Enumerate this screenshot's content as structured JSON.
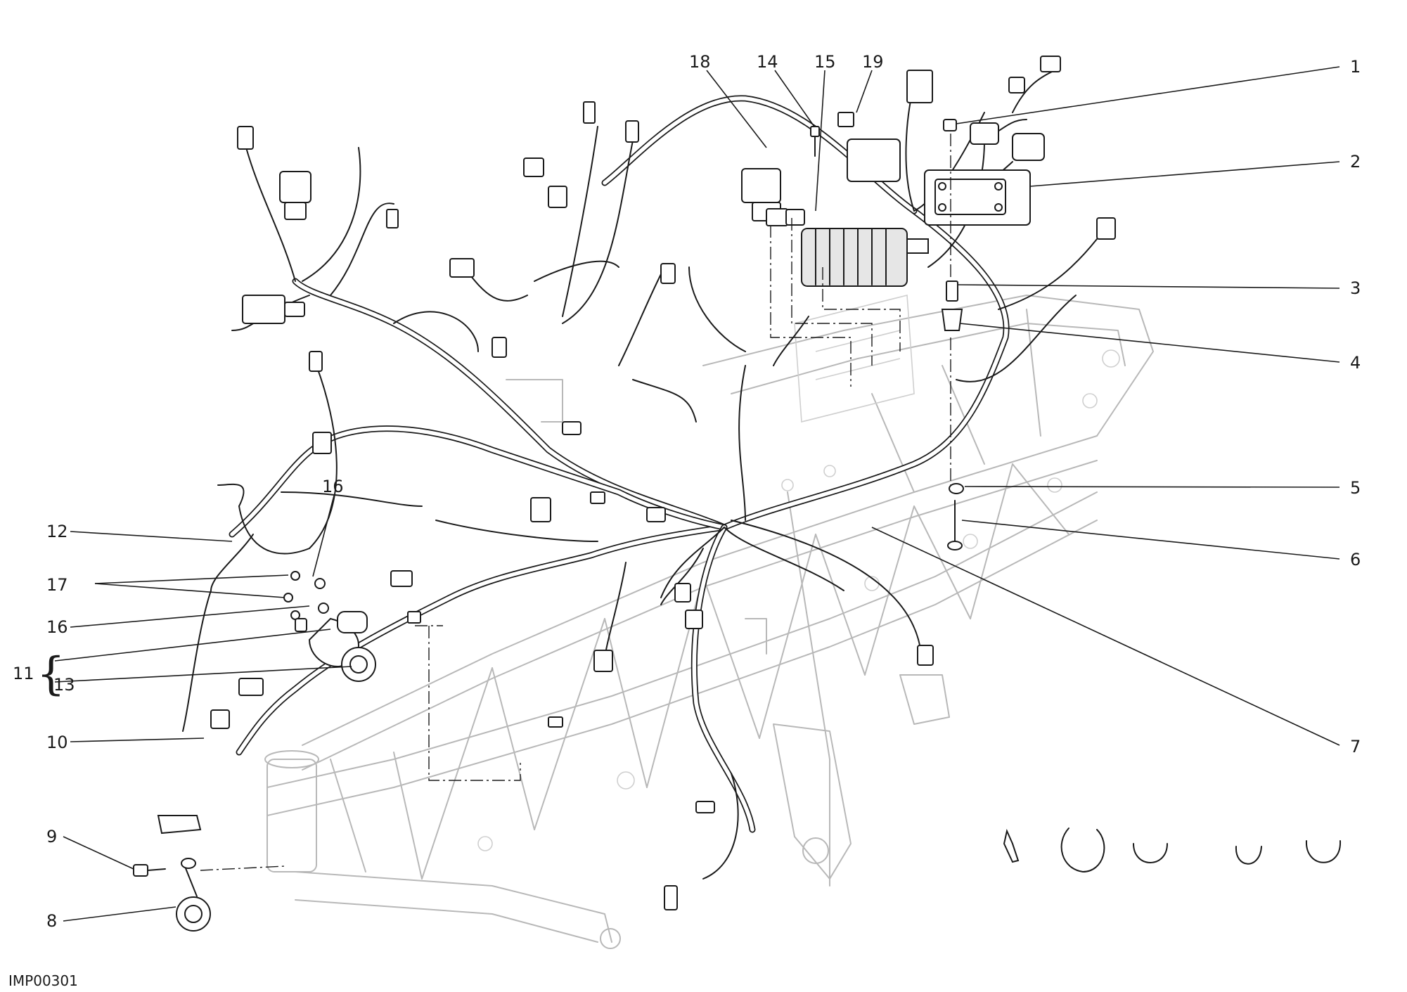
{
  "drawing_code": "IMP00301",
  "callouts": {
    "c1": "1",
    "c2": "2",
    "c3": "3",
    "c4": "4",
    "c5": "5",
    "c6": "6",
    "c7": "7",
    "c8": "8",
    "c9": "9",
    "c10": "10",
    "c11": "11",
    "c12": "12",
    "c13": "13",
    "c14": "14",
    "c15": "15",
    "c16a": "16",
    "c16b": "16",
    "c17": "17",
    "c18": "18",
    "c19": "19"
  }
}
